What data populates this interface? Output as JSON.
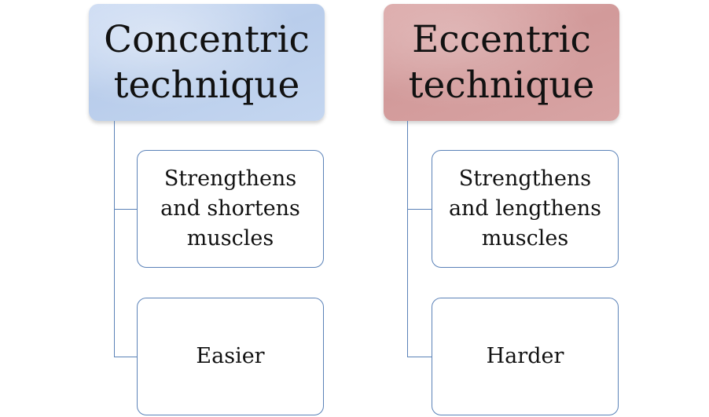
{
  "diagram": {
    "columns": [
      {
        "header": {
          "line1": "Concentric",
          "line2": "technique"
        },
        "children": [
          {
            "lines": [
              "Strengthens",
              "and shortens",
              "muscles"
            ]
          },
          {
            "lines": [
              "Easier"
            ]
          }
        ]
      },
      {
        "header": {
          "line1": "Eccentric",
          "line2": "technique"
        },
        "children": [
          {
            "lines": [
              "Strengthens",
              "and lengthens",
              "muscles"
            ]
          },
          {
            "lines": [
              "Harder"
            ]
          }
        ]
      }
    ],
    "colors": {
      "concentric_fill": "#c4d6f0",
      "eccentric_fill": "#d8a4a4",
      "connector": "#5b82b8",
      "text": "#111111"
    }
  }
}
